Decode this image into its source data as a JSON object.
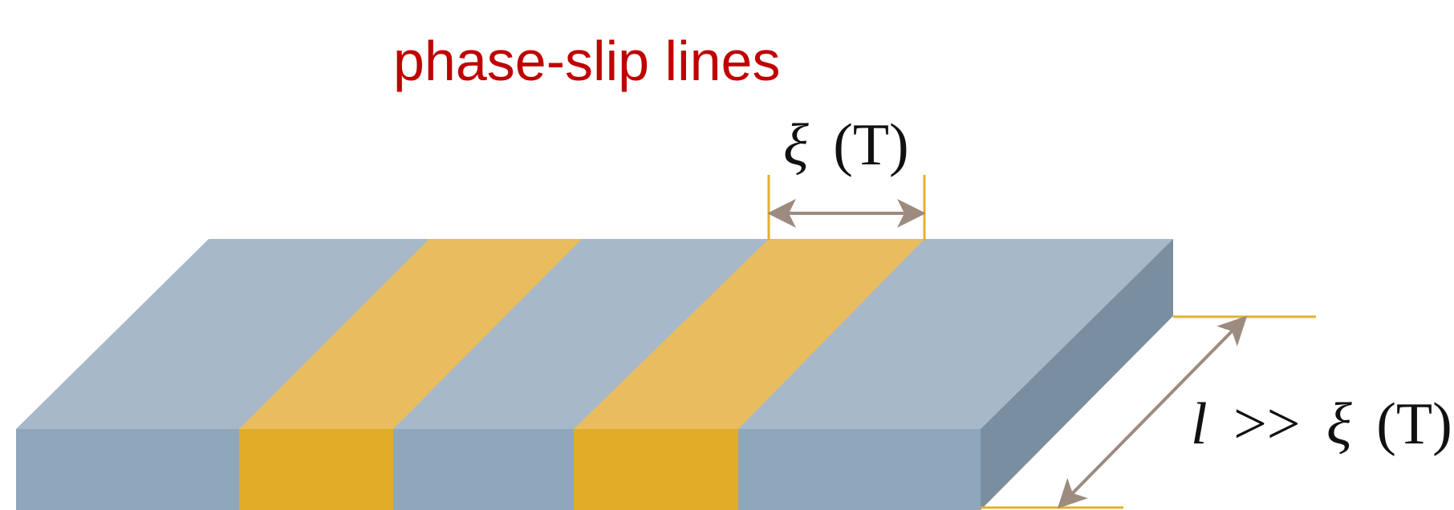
{
  "title": "phase-slip lines",
  "width_label": {
    "symbol": "ξ",
    "arg": "(T)"
  },
  "length_label": {
    "var": "l",
    "relation": ">>",
    "symbol": "ξ",
    "arg": "(T)"
  },
  "colors": {
    "title": "#c00000",
    "slab_top": "#a7b9c9",
    "slab_front": "#8fa7bc",
    "slab_side": "#798e9f",
    "stripe_top": "#e9bc5f",
    "stripe_front": "#e1ad28",
    "marker_line": "#e4b02f",
    "arrow": "#9d8b80"
  }
}
